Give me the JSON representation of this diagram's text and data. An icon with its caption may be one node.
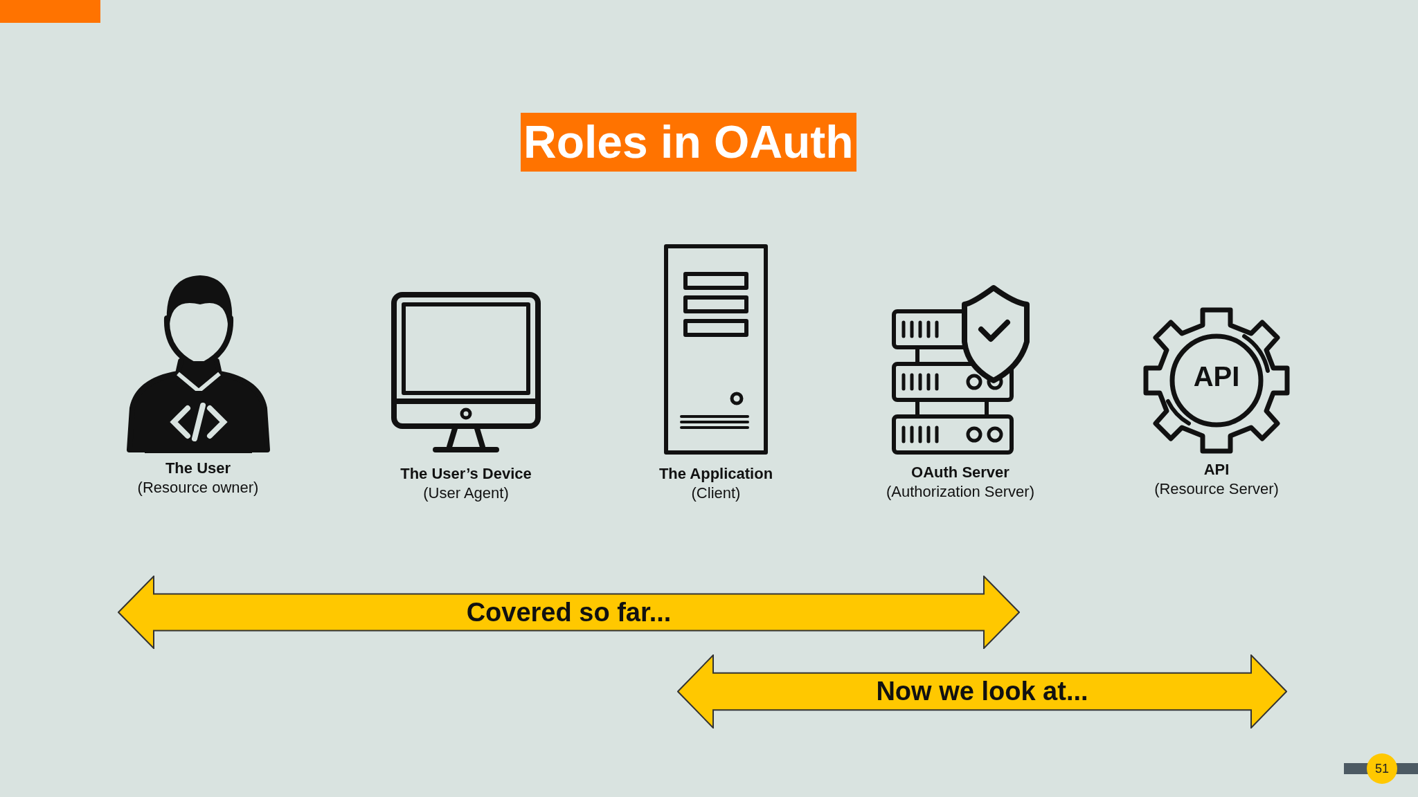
{
  "diagram": {
    "title": "Roles in OAuth",
    "nodes": [
      {
        "text": [
          "The User",
          "(Resource owner)"
        ]
      },
      {
        "text": [
          "The User’s Device",
          "(User Agent)"
        ]
      },
      {
        "text": [
          "The Application",
          "(Client)"
        ]
      },
      {
        "text": [
          "OAuth Server",
          "(Authorization Server)"
        ]
      },
      {
        "text": [
          "API",
          "(Resource Server)"
        ]
      },
      {
        "text": [
          "Covered so far..."
        ]
      },
      {
        "text": [
          "Now we look at..."
        ]
      }
    ],
    "labels": [
      "API",
      "51"
    ]
  }
}
